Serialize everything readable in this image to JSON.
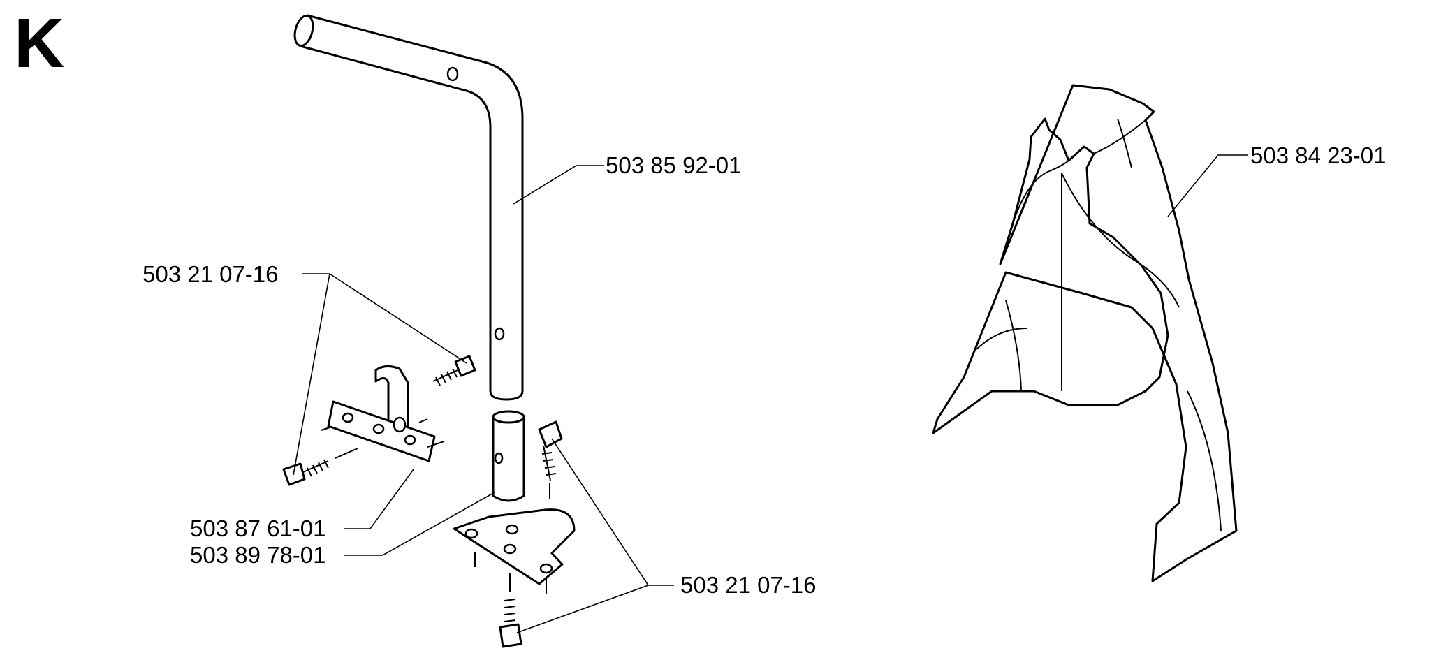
{
  "section": {
    "letter": "K"
  },
  "callouts": {
    "upper_tube": "503 85 92-01",
    "screw_left": "503 21 07-16",
    "left_bracket": "503 87 61-01",
    "pin": "503 89 78-01",
    "screw_right": "503 21 07-16",
    "guard": "503 84 23-01"
  },
  "colors": {
    "line": "#000000",
    "background": "#ffffff"
  }
}
